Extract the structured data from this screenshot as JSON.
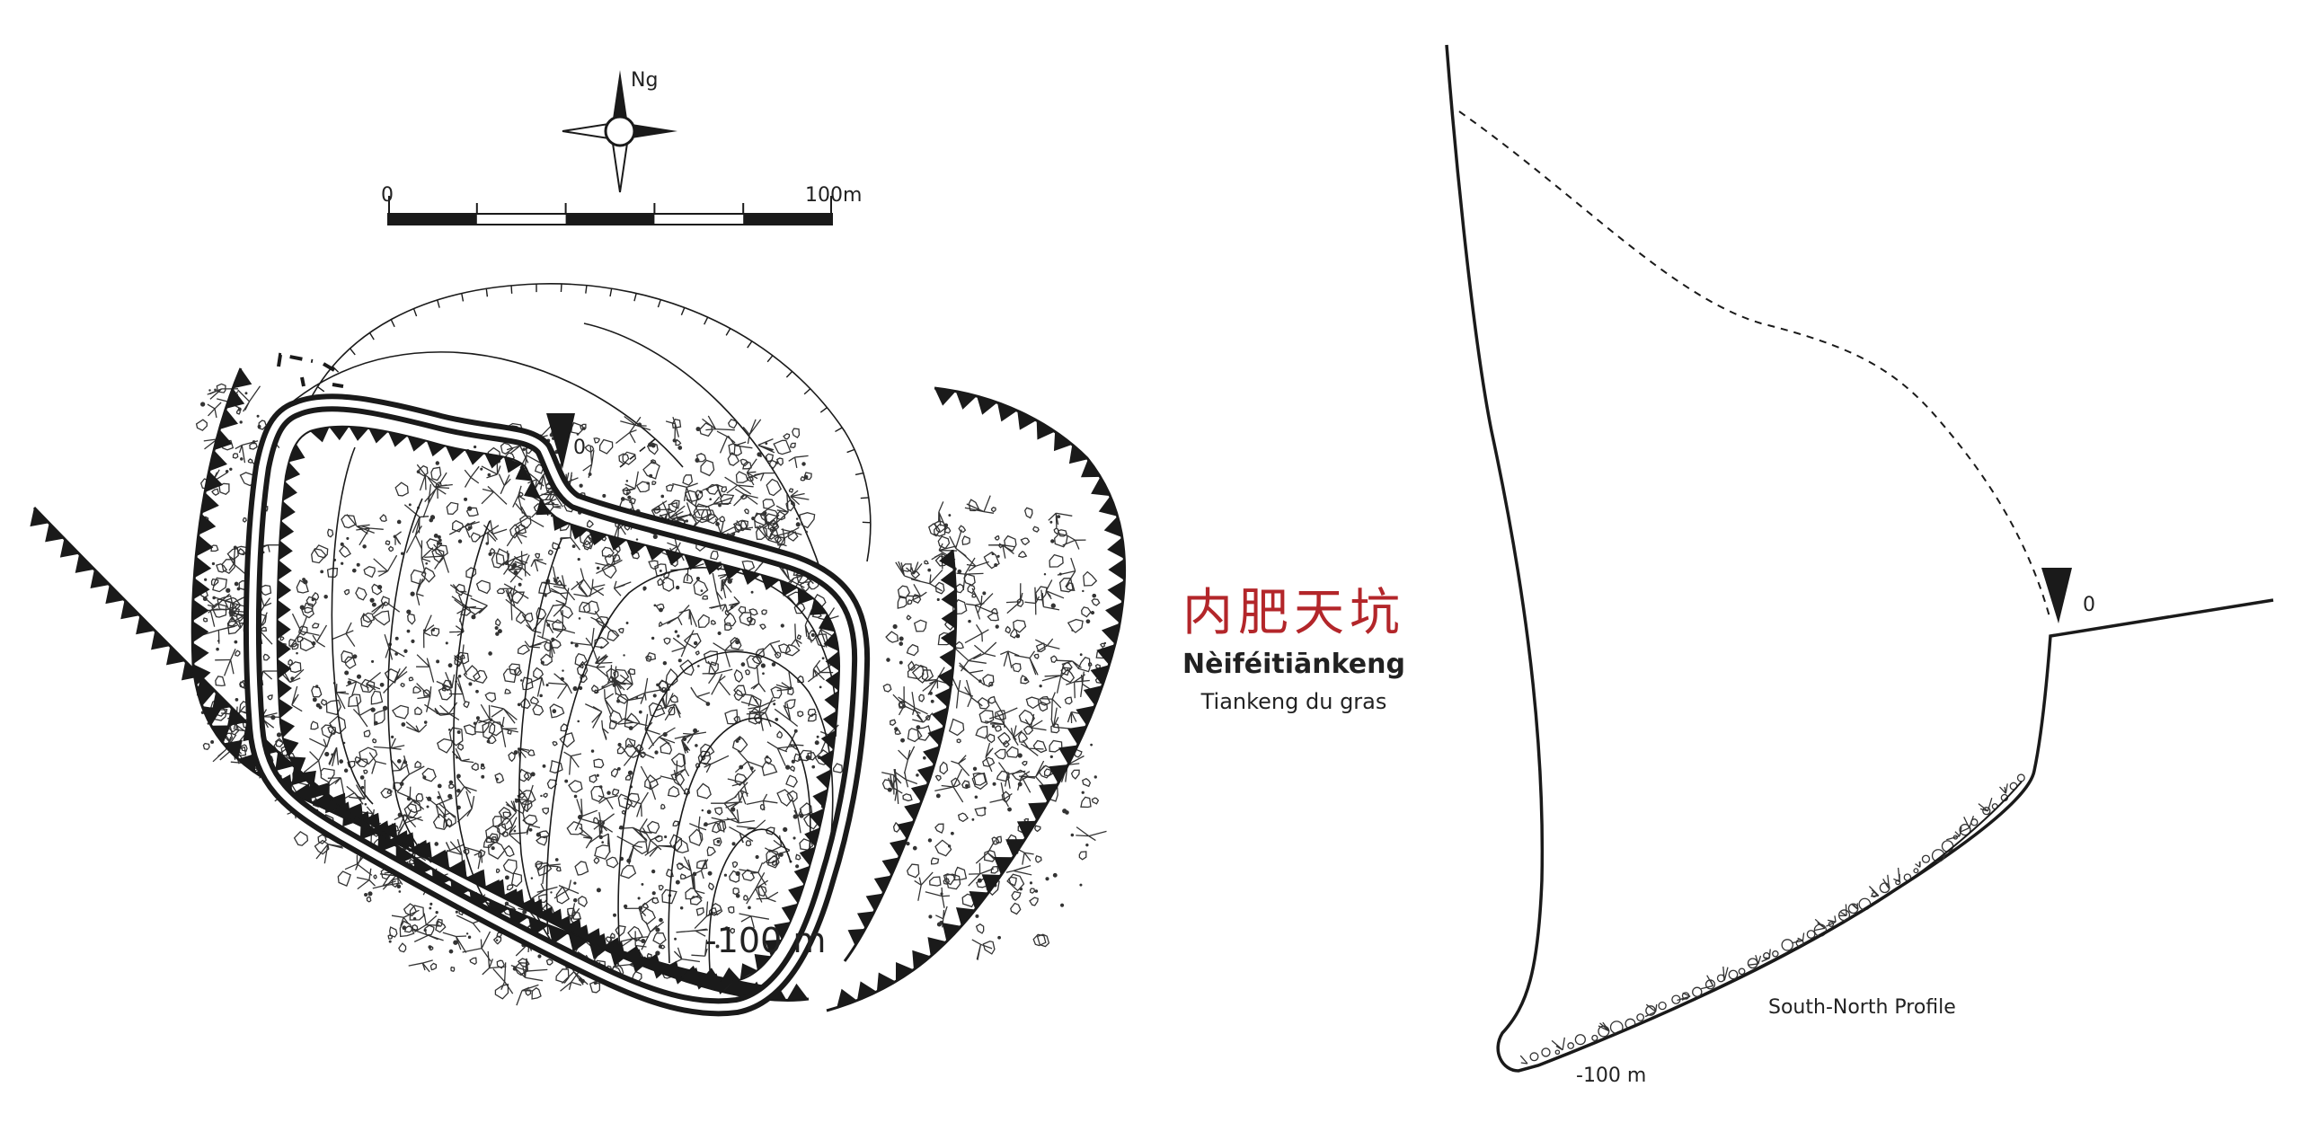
{
  "map": {
    "north_label": "Ng",
    "scale": {
      "start_label": "0",
      "end_label": "100m"
    },
    "entrance_label": "0",
    "depth_label": "-100 m"
  },
  "title": {
    "chinese": "内肥天坑",
    "pinyin": "Nèiféitiānkeng",
    "french": "Tiankeng du gras"
  },
  "profile": {
    "caption": "South-North Profile",
    "entrance_label": "0",
    "depth_label": "-100 m"
  },
  "colors": {
    "ink": "#1a1a1a",
    "title_red": "#b3262a",
    "background": "#ffffff"
  }
}
